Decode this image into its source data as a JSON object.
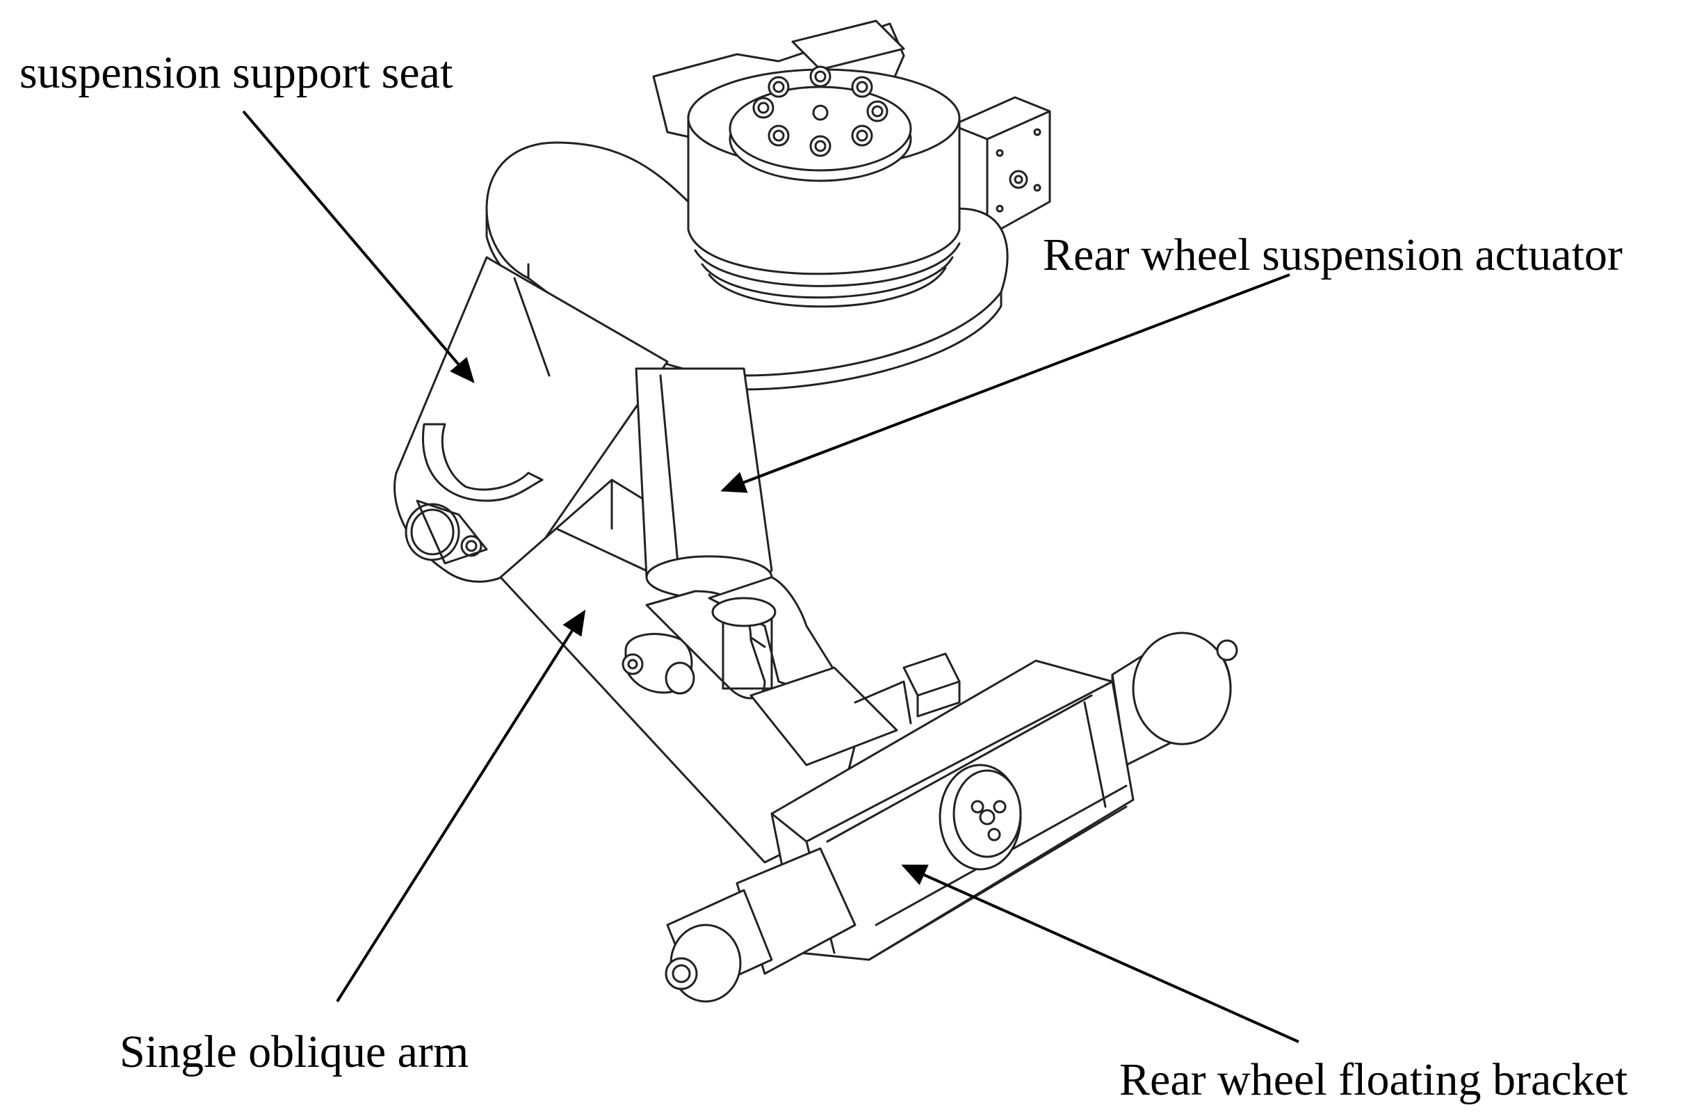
{
  "labels": {
    "suspension_support_seat": "suspension support seat",
    "rear_wheel_suspension_actuator": "Rear wheel suspension actuator",
    "single_oblique_arm": "Single oblique arm",
    "rear_wheel_floating_bracket": "Rear wheel floating bracket"
  },
  "colors": {
    "line": "#222222",
    "fill": "#ffffff",
    "arrow": "#000000"
  }
}
